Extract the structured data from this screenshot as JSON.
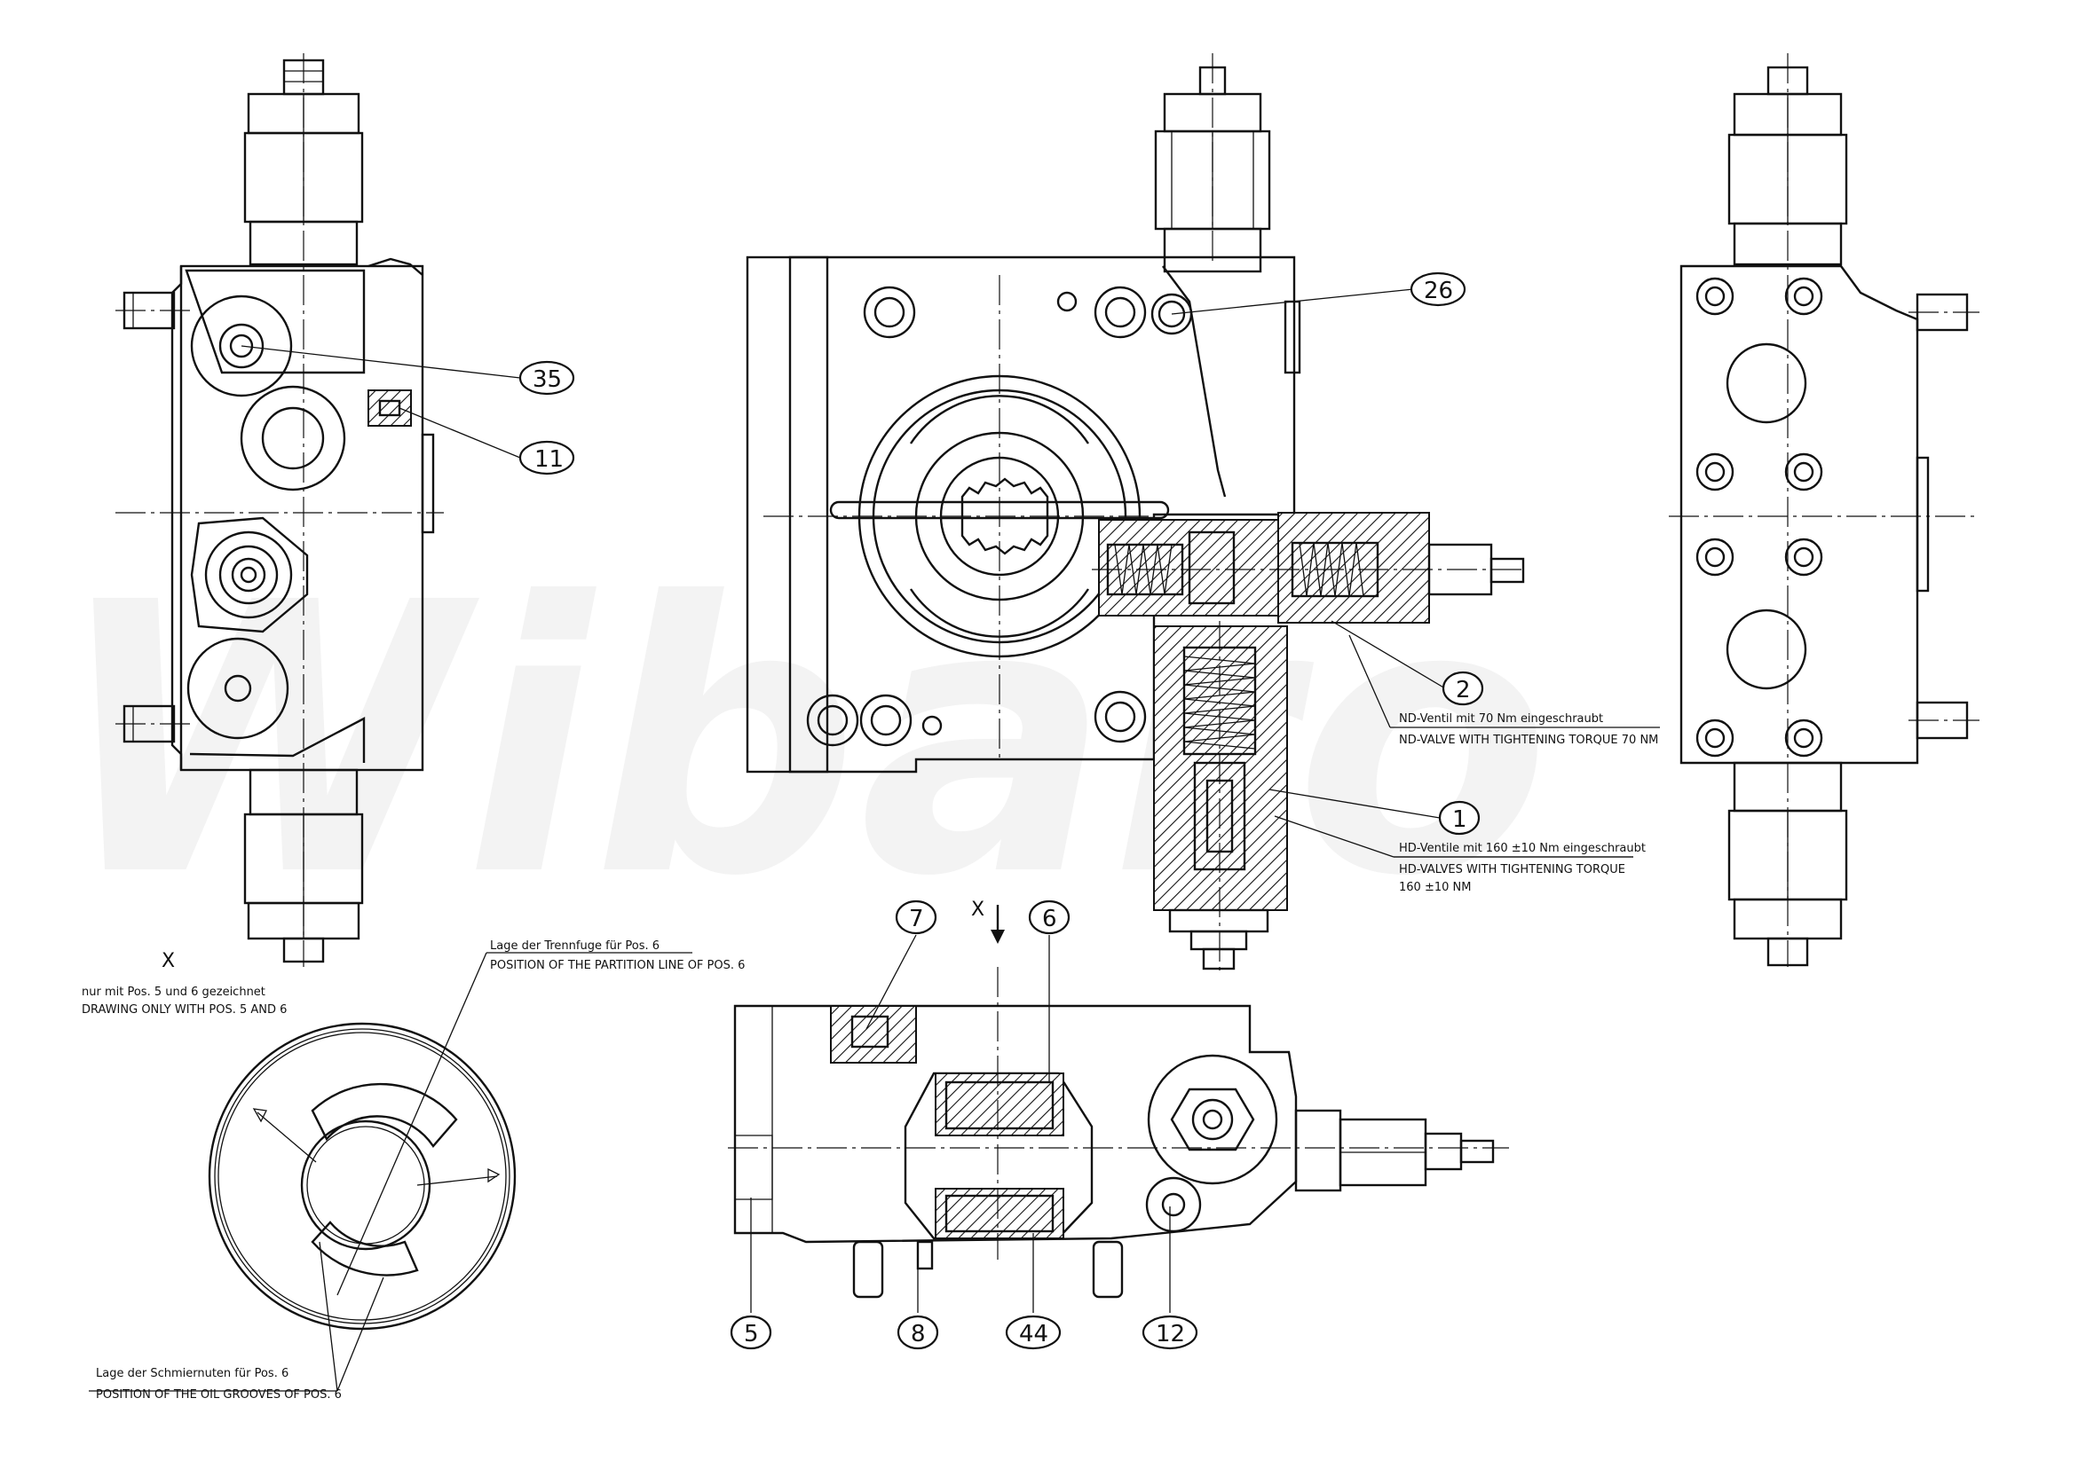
{
  "watermark": "Wibaro",
  "balloons": {
    "b26": "26",
    "b35": "35",
    "b11": "11",
    "b2": "2",
    "b1": "1",
    "b7": "7",
    "b6": "6",
    "b5": "5",
    "b8": "8",
    "b44": "44",
    "b12": "12"
  },
  "notes": {
    "nd_de": "ND-Ventil mit 70 Nm eingeschraubt",
    "nd_en": "ND-VALVE WITH TIGHTENING TORQUE 70 NM",
    "hd_de": "HD-Ventile mit 160 ±10 Nm eingeschraubt",
    "hd_en": "HD-VALVES WITH TIGHTENING TORQUE",
    "hd_en2": "160 ±10 NM",
    "view_x_label": "X",
    "view_x_arrow_label": "X",
    "x_note_de": "nur mit Pos. 5 und 6 gezeichnet",
    "x_note_en": "DRAWING ONLY WITH POS. 5 AND 6",
    "partition_de": "Lage der Trennfuge für Pos. 6",
    "partition_en": "POSITION OF THE PARTITION LINE OF POS. 6",
    "grooves_de": "Lage der Schmiernuten für Pos. 6",
    "grooves_en": "POSITION OF THE OIL GROOVES OF POS. 6"
  }
}
